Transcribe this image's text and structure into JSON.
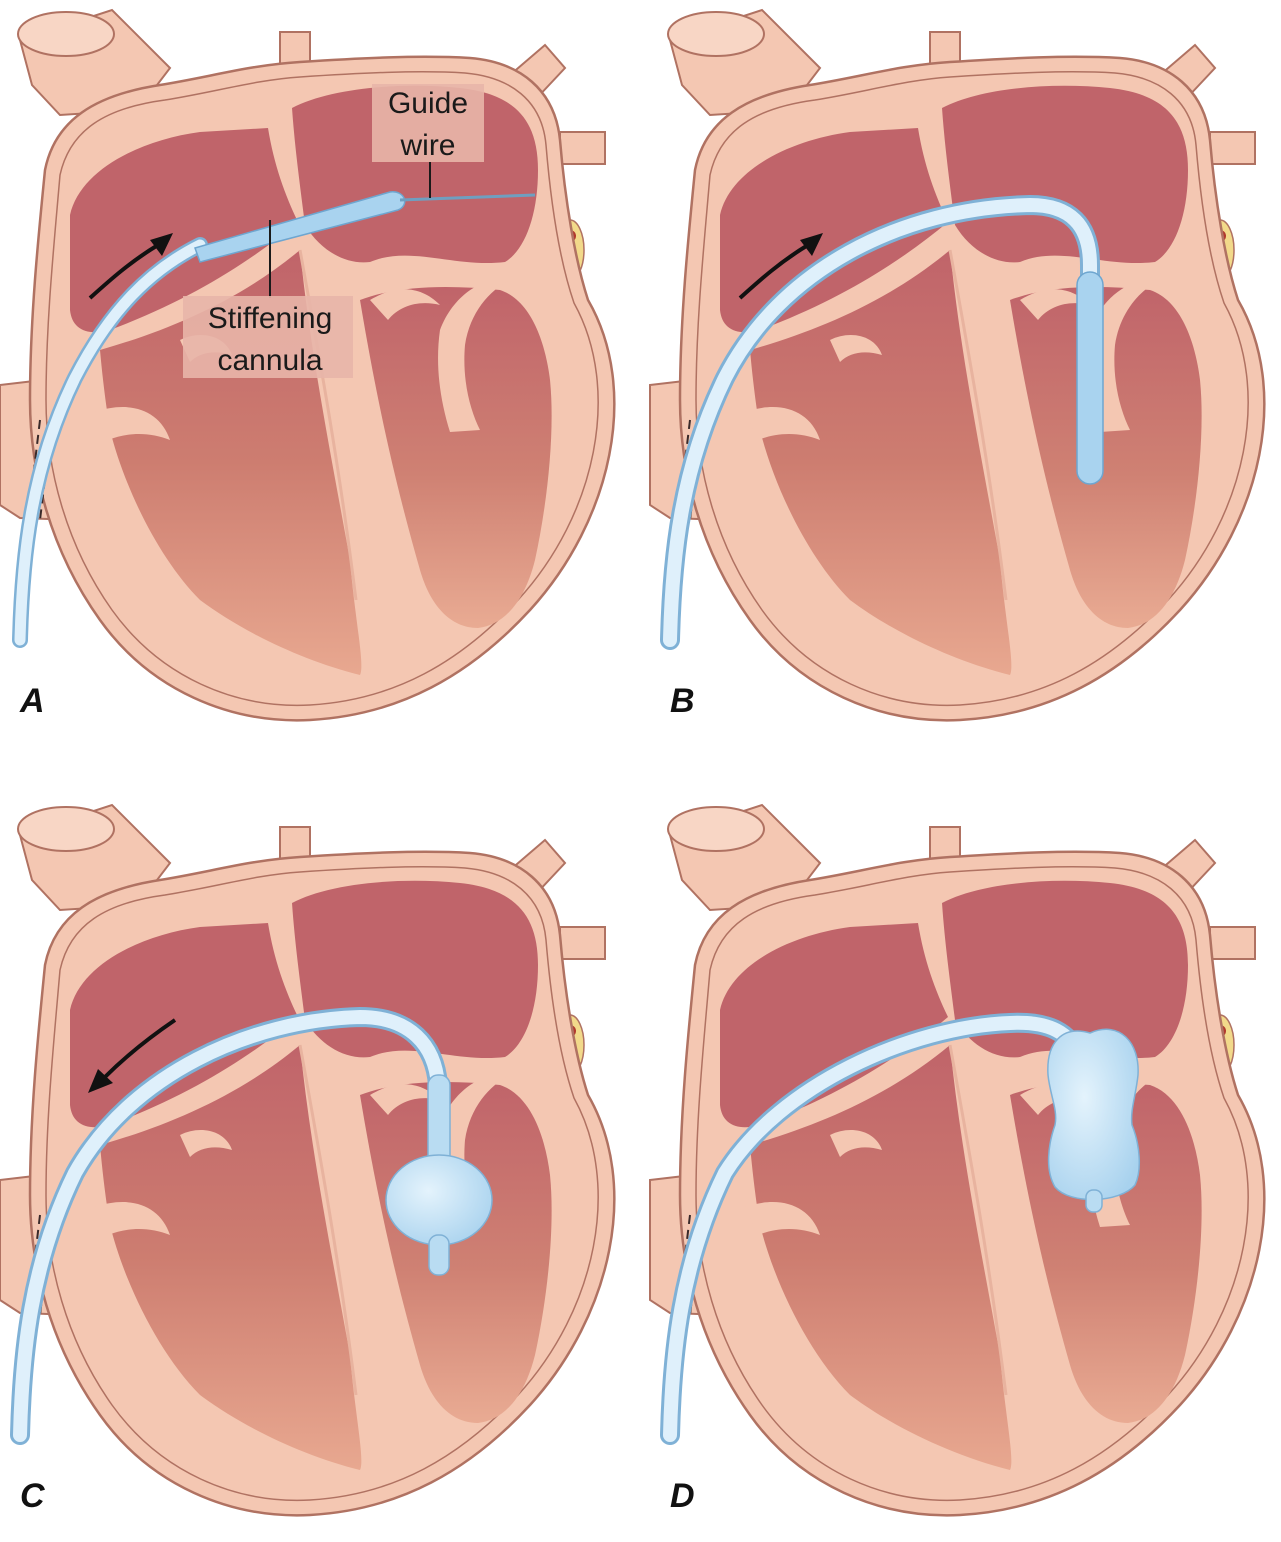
{
  "panels": [
    {
      "label": "A",
      "device": "cannula-wire",
      "arrow": "in"
    },
    {
      "label": "B",
      "device": "cannula-down",
      "arrow": "in"
    },
    {
      "label": "C",
      "device": "balloon-small",
      "arrow": "out"
    },
    {
      "label": "D",
      "device": "balloon-large",
      "arrow": "none"
    }
  ],
  "callouts": {
    "guide_wire": [
      "Guide",
      "wire"
    ],
    "stiffening_cannula": [
      "Stiffening",
      "cannula"
    ]
  },
  "colors": {
    "heart_tissue": "#f4c7b2",
    "heart_outline": "#b07262",
    "chamber": "#c0646a",
    "catheter": "#b9dcf2",
    "catheter_edge": "#7fb1d6",
    "label_box": "#e8b5a8"
  }
}
